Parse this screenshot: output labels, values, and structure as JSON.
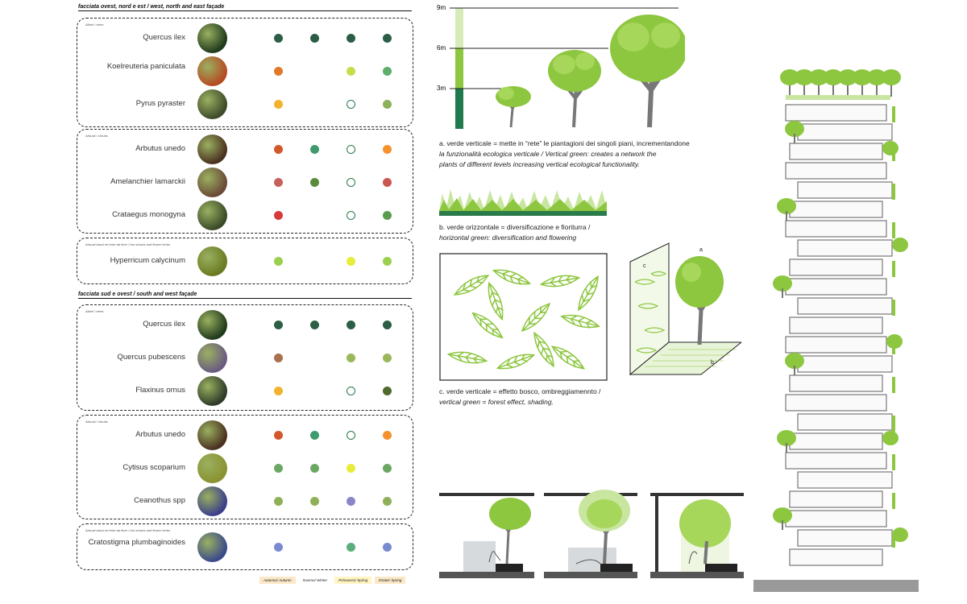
{
  "sections": [
    {
      "header": "facciata ovest, nord e est / west, north and east façade",
      "groups": [
        {
          "caption": "Alberi / trees",
          "plants": [
            {
              "name": "Quercus ilex",
              "photo_color": "#1f3a1c",
              "dots": [
                "#2b5e45",
                "#2b5e45",
                "#2b5e45",
                "#2b5e45"
              ]
            },
            {
              "name": "Koelreuteria paniculata",
              "photo_color": "#b64a22",
              "dots": [
                "#e07a2a",
                null,
                "#c6dd4a",
                "#5cae6a"
              ]
            },
            {
              "name": "Pyrus pyraster",
              "photo_color": "#3e4a2a",
              "dots": [
                "#f2b22e",
                null,
                "ring",
                "#8db05a"
              ]
            }
          ]
        },
        {
          "caption": "Arbusti / shrubs",
          "plants": [
            {
              "name": "Arbutus unedo",
              "photo_color": "#4a3020",
              "dots": [
                "#d2582a",
                "#3f9a6e",
                "ring",
                "#f5922e"
              ]
            },
            {
              "name": "Amelanchier lamarckii",
              "photo_color": "#6a4a38",
              "dots": [
                "#c8605c",
                "#5a8a3c",
                "ring",
                "#c95850"
              ]
            },
            {
              "name": "Crataegus monogyna",
              "photo_color": "#3a4a28",
              "dots": [
                "#d63a3a",
                null,
                "ring",
                "#5a9c4e"
              ]
            }
          ]
        },
        {
          "caption": "Arbusti bassi ed erbe da fiore / low shrubs and flower herbs",
          "plants": [
            {
              "name": "Hyperricum calycinum",
              "photo_color": "#6a7a20",
              "dots": [
                "#9ad04e",
                null,
                "#e8ec3a",
                "#9ad04e"
              ]
            }
          ]
        }
      ]
    },
    {
      "header": "facciata sud e ovest / south and west façade",
      "groups": [
        {
          "caption": "Alberi / trees",
          "plants": [
            {
              "name": "Quercus ilex",
              "photo_color": "#1f3a1c",
              "dots": [
                "#2b5e45",
                "#2b5e45",
                "#2b5e45",
                "#2b5e45"
              ]
            },
            {
              "name": "Quercus pubescens",
              "photo_color": "#6a5a80",
              "dots": [
                "#a8704e",
                null,
                "#9ab85a",
                "#9ab85a"
              ]
            },
            {
              "name": "Flaxinus ornus",
              "photo_color": "#2e3a28",
              "dots": [
                "#f2b22e",
                null,
                "ring",
                "#4e6a2e"
              ]
            }
          ]
        },
        {
          "caption": "Arbusti / shrubs",
          "plants": [
            {
              "name": "Arbutus unedo",
              "photo_color": "#4a3020",
              "dots": [
                "#d2582a",
                "#3f9a6e",
                "ring",
                "#f5922e"
              ]
            },
            {
              "name": "Cytisus scoparium",
              "photo_color": "#8a9230",
              "dots": [
                "#6aa862",
                "#6aa862",
                "#e8ec3a",
                "#6aa862"
              ]
            },
            {
              "name": "Ceanothus spp",
              "photo_color": "#3a3e8a",
              "dots": [
                "#8eb058",
                "#8eb058",
                "#8a86c8",
                "#8eb058"
              ]
            }
          ]
        },
        {
          "caption": "Arbusti bassi ed erbe da fiore / low shrubs and flower herbs",
          "plants": [
            {
              "name": "Cratostigma plumbaginoides",
              "photo_color": "#3a4a8a",
              "dots": [
                "#7a8ad0",
                null,
                "#5aae7a",
                "#7a8ad0"
              ]
            }
          ]
        }
      ]
    }
  ],
  "legend": [
    {
      "label": "Autunno/ Autumn",
      "bg": "#fbe8c8"
    },
    {
      "label": "Inverno/ Winter",
      "bg": "#ffffff"
    },
    {
      "label": "Primavera/ Spring",
      "bg": "#fff4c2"
    },
    {
      "label": "Estate/ Spring",
      "bg": "#fbe8c8"
    }
  ],
  "heights": {
    "labels": [
      "9m",
      "6m",
      "3m"
    ]
  },
  "captions": {
    "a_line1": "a. verde verticale = mette in “rete” le piantagioni dei singoli piani, incrementandone",
    "a_line2": "la funzionalità ecologica verticale / Vertical green: creates a network the",
    "a_line3": " plants of different levels increasing vertical ecological functionality.",
    "b_line1": "b. verde orizzontale = diversificazione e fioriturra /",
    "b_line2": "horizontal green: diversification and flowering",
    "c_line1": "c. verde verticale = effetto bosco, ombreggiamennto /",
    "c_line2": " vertical green = forest effect, shading."
  },
  "diagram_labels": {
    "a": "a",
    "b": "b",
    "c": "c"
  },
  "colors": {
    "green": "#8dc63f",
    "light_green": "#c8e6a0",
    "dark_green": "#2a7a4a",
    "gray": "#888888"
  }
}
